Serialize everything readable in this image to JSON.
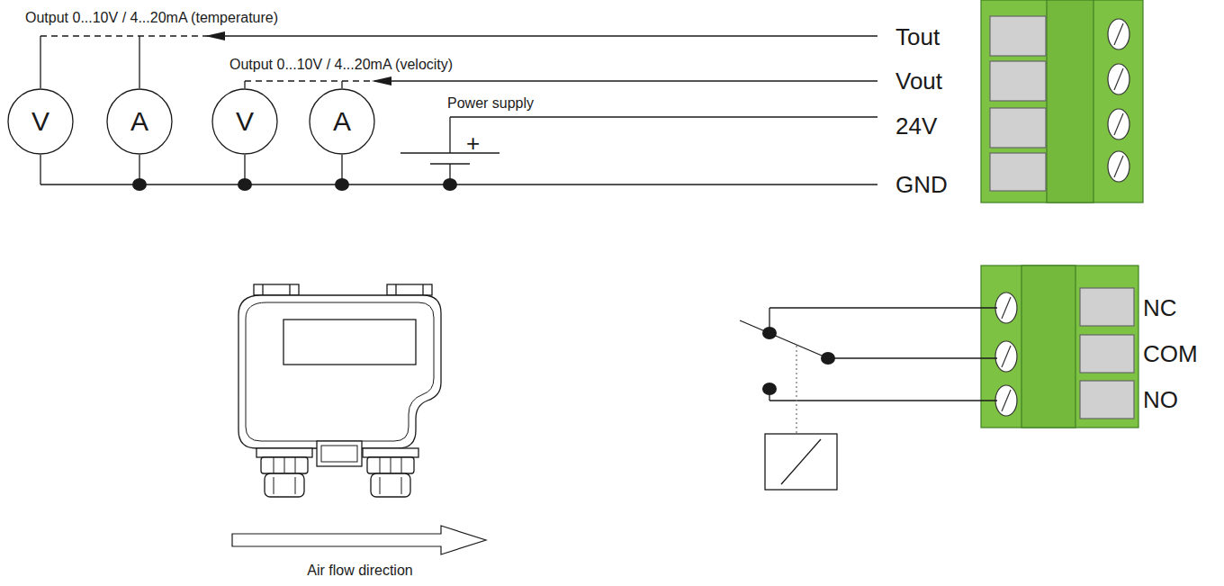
{
  "diagram": {
    "nodes": [
      {
        "text": [
          "V"
        ]
      },
      {
        "text": [
          "A"
        ]
      },
      {
        "text": [
          "V"
        ]
      },
      {
        "text": [
          "A"
        ]
      }
    ],
    "labels": [
      "Output 0...10V / 4...20mA (temperature)",
      "Output 0...10V / 4...20mA (velocity)",
      "Power supply",
      "+",
      "Tout",
      "Vout",
      "24V",
      "GND",
      "NC",
      "COM",
      "NO",
      "Air flow direction"
    ]
  }
}
